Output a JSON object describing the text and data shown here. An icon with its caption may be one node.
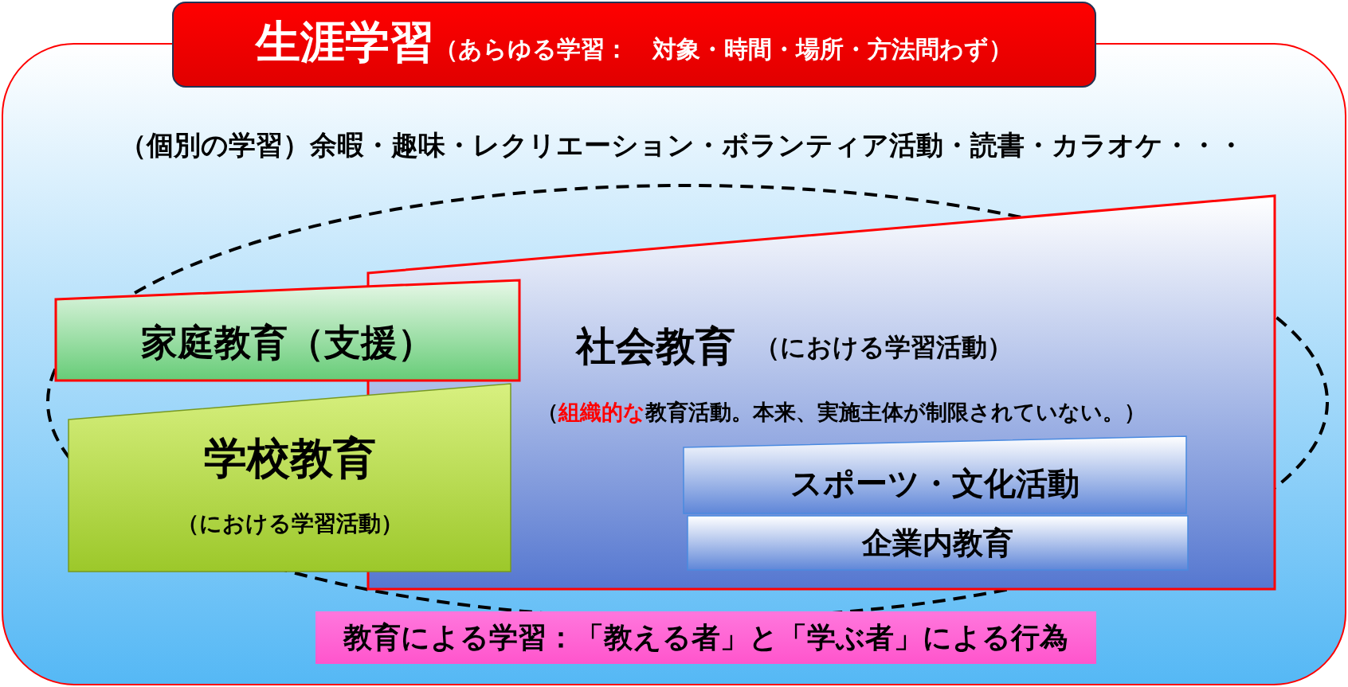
{
  "diagram": {
    "nodes": [
      {
        "text": [
          "生涯学習",
          "（あらゆる学習：　対象・時間・場所・方法問わず）"
        ]
      },
      {
        "text": [
          "家庭教育（支援）"
        ]
      },
      {
        "text": [
          "学校教育",
          "（における学習活動）"
        ]
      },
      {
        "text": [
          "社会教育",
          "（における学習活動）",
          "（**組織的な**教育活動。本来、実施主体が制限されていない。）"
        ]
      },
      {
        "text": [
          "スポーツ・文化活動"
        ],
        "in": 3
      },
      {
        "text": [
          "企業内教育"
        ],
        "in": 3
      },
      {
        "text": [
          "教育による学習：「教える者」と「学ぶ者」による行為"
        ]
      }
    ],
    "edges": [],
    "labels": [
      "（個別の学習）余暇・趣味・レクリエーション・ボランティア活動・読書・カラオケ・・・"
    ]
  }
}
